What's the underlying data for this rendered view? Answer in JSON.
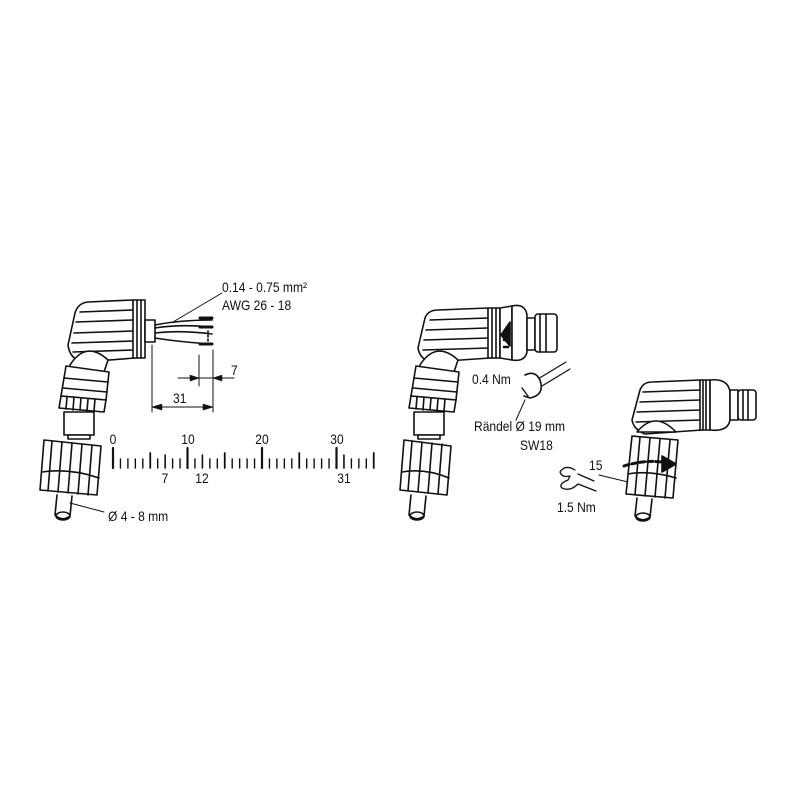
{
  "diagram": {
    "type": "assembly-instructions",
    "steps": [
      {
        "id": "step-1-wire-preparation",
        "labels": {
          "wire_cross_section": "0.14 - 0.75 mm²",
          "wire_gauge": "AWG 26 - 18",
          "strip_length": "7",
          "jacket_length": "31",
          "cable_diameter": "Ø 4 - 8 mm"
        }
      },
      {
        "id": "step-2-knurl-tighten",
        "labels": {
          "torque": "0.4 Nm",
          "knurl": "Rändel Ø 19 mm",
          "wrench_size": "SW18"
        }
      },
      {
        "id": "step-3-cable-gland-tighten",
        "labels": {
          "wrench_size": "15",
          "torque": "1.5 Nm"
        }
      }
    ],
    "ruler": {
      "major_labels": [
        "0",
        "10",
        "20",
        "30"
      ],
      "marker_labels": [
        "7",
        "12",
        "31"
      ],
      "tick_count": 36
    }
  },
  "colors": {
    "line": "#111111",
    "background": "#ffffff"
  }
}
